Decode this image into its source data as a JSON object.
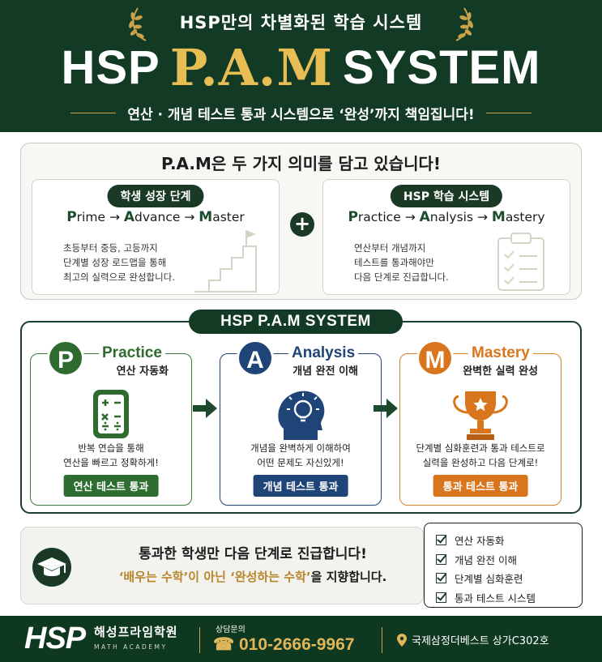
{
  "header": {
    "subtitle": "HSP만의 차별화된 학습 시스템",
    "title_left": "HSP",
    "title_mid": "P.A.M",
    "title_right": "SYSTEM",
    "tagline": "연산 · 개념 테스트 통과 시스템으로 ‘완성’까지 책임집니다!"
  },
  "pam": {
    "heading": "P.A.M은 두 가지 의미를 담고 있습니다!",
    "left": {
      "pill": "학생 성장 단계",
      "flow": [
        {
          "cap": "P",
          "rest": "rime"
        },
        {
          "cap": "A",
          "rest": "dvance"
        },
        {
          "cap": "M",
          "rest": "aster"
        }
      ],
      "desc": [
        "초등부터 중등, 고등까지",
        "단계별 성장 로드맵을 통해",
        "최고의 실력으로 완성합니다."
      ]
    },
    "right": {
      "pill": "HSP 학습 시스템",
      "flow": [
        {
          "cap": "P",
          "rest": "ractice"
        },
        {
          "cap": "A",
          "rest": "nalysis"
        },
        {
          "cap": "M",
          "rest": "astery"
        }
      ],
      "desc": [
        "연산부터 개념까지",
        "테스트를 통과해야만",
        "다음 단계로 진급합니다."
      ]
    },
    "plus": "+"
  },
  "system": {
    "title": "HSP P.A.M SYSTEM",
    "cards": [
      {
        "letter": "P",
        "name": "Practice",
        "tag": "연산 자동화",
        "desc": [
          "반복 연습을 통해",
          "연산을 빠르고 정확하게!"
        ],
        "button": "연산 테스트 통과",
        "icon": "calculator-icon"
      },
      {
        "letter": "A",
        "name": "Analysis",
        "tag": "개념 완전 이해",
        "desc": [
          "개념을 완벽하게 이해하여",
          "어떤 문제도 자신있게!"
        ],
        "button": "개념 테스트 통과",
        "icon": "lightbulb-head-icon"
      },
      {
        "letter": "M",
        "name": "Mastery",
        "tag": "완벽한 실력 완성",
        "desc": [
          "단계별 심화훈련과 통과 테스트로",
          "실력을 완성하고 다음 단계로!"
        ],
        "button": "통과 테스트 통과",
        "icon": "trophy-icon"
      }
    ]
  },
  "callout": {
    "line1": "통과한 학생만 다음 단계로 진급합니다!",
    "line2_a": "‘배우는 수학’이 아닌 ‘완성하는 수학’",
    "line2_b": "을 지향합니다."
  },
  "checklist": [
    "연산 자동화",
    "개념 완전 이해",
    "단계별 심화훈련",
    "통과 테스트 시스템"
  ],
  "footer": {
    "logo": "HSP",
    "academy": "해성프라임학원",
    "academy_en": "MATH ACADEMY",
    "consult_label": "상담문의",
    "phone": "010-2666-9967",
    "address": "국제삼정더베스트 상가C302호"
  },
  "colors": {
    "dark_green": "#123a24",
    "gold": "#e7bd54",
    "practice_green": "#2f6b2f",
    "analysis_navy": "#1f4477",
    "mastery_orange": "#d9751c"
  }
}
